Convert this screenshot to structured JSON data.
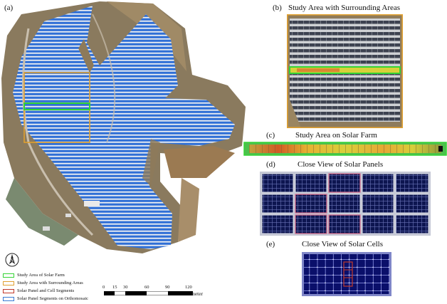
{
  "figure": {
    "labels": {
      "a": "(a)",
      "b": "(b)",
      "c": "(c)",
      "d": "(d)",
      "e": "(e)"
    },
    "titles": {
      "b": "Study Area with Surrounding Areas",
      "c": "Study Area on Solar Farm",
      "d": "Close View of Solar Panels",
      "e": "Close View of Solar Cells"
    },
    "north_symbol": "N",
    "legend": [
      {
        "label": "Study Area of Solar Farm",
        "color": "#35d435"
      },
      {
        "label": "Study Area with Surrounding Areas",
        "color": "#e0a030"
      },
      {
        "label": "Solar Panel and Cell Segments",
        "color": "#c0392b"
      },
      {
        "label": "Solar Panel Segments on Orthomosaic",
        "color": "#3a7bd5"
      }
    ],
    "scale_bar": {
      "ticks": [
        "0",
        "15",
        "30",
        "60",
        "90",
        "120"
      ],
      "unit": "meter"
    }
  }
}
